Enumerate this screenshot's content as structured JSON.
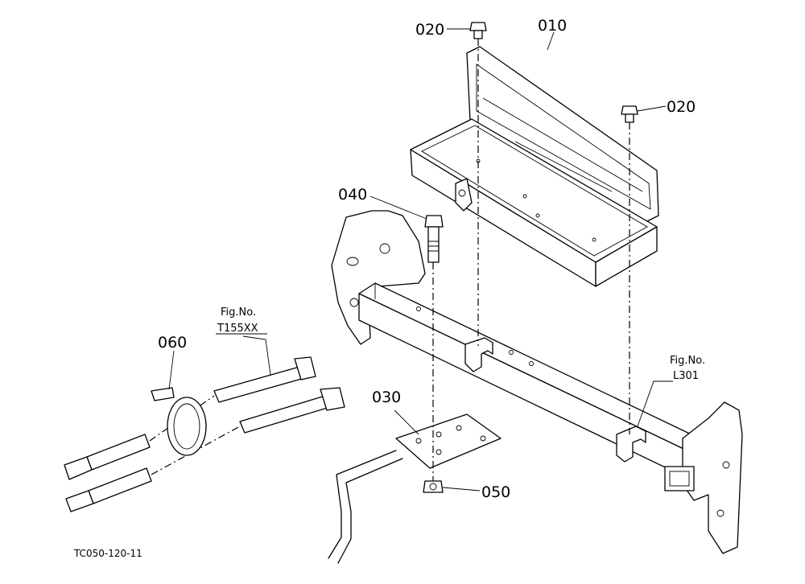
{
  "parts": {
    "p010": "010",
    "p020a": "020",
    "p020b": "020",
    "p030": "030",
    "p040": "040",
    "p050": "050",
    "p060": "060"
  },
  "refs": {
    "hose_fig_label": "Fig.No.",
    "hose_fig_no": "T155XX",
    "frame_fig_label": "Fig.No.",
    "frame_fig_no": "L301"
  },
  "caption": "TC050-120-11"
}
